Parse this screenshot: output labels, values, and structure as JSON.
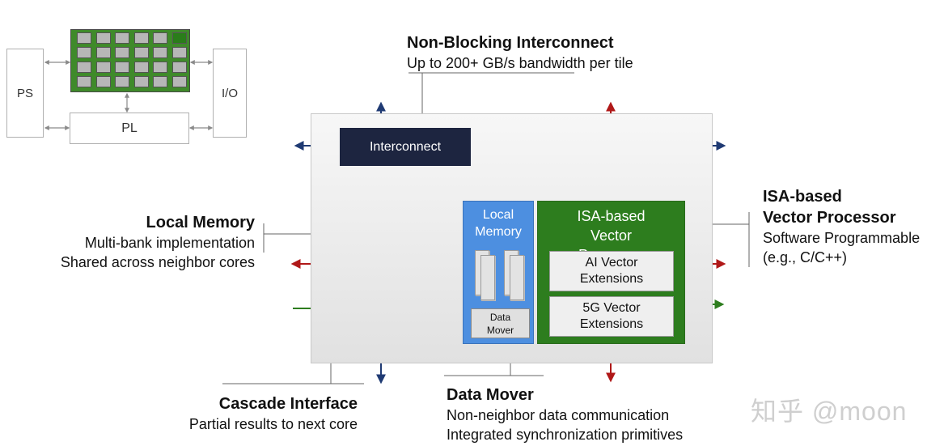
{
  "mini_soc": {
    "ps_label": "PS",
    "io_label": "I/O",
    "pl_label": "PL"
  },
  "tile": {
    "interconnect_label": "Interconnect",
    "local_memory_label": "Local Memory",
    "data_mover_label": "Data Mover",
    "vector_processor_label": "ISA-based Vector Processor",
    "ai_extensions_label": "AI Vector Extensions",
    "fiveg_extensions_label": "5G Vector Extensions"
  },
  "callouts": {
    "interconnect": {
      "title": "Non-Blocking Interconnect",
      "lines": [
        "Up to 200+ GB/s bandwidth per tile"
      ]
    },
    "local_memory": {
      "title": "Local Memory",
      "lines": [
        "Multi-bank implementation",
        "Shared across neighbor cores"
      ]
    },
    "vector_processor": {
      "title_lines": [
        "ISA-based",
        "Vector Processor"
      ],
      "lines": [
        "Software Programmable",
        "(e.g., C/C++)"
      ]
    },
    "cascade": {
      "title": "Cascade Interface",
      "lines": [
        "Partial results to next core"
      ]
    },
    "data_mover": {
      "title": "Data Mover",
      "lines": [
        "Non-neighbor data communication",
        "Integrated synchronization primitives"
      ]
    }
  },
  "watermark": "知乎 @moon",
  "colors": {
    "interconnect_dark": "#1d2540",
    "local_memory_blue": "#4d8fe0",
    "vector_processor_green": "#2d7d1e",
    "red_arrows": "#b01818",
    "navy_arrows": "#1f3a73",
    "green_arrows": "#2d7d1e"
  }
}
